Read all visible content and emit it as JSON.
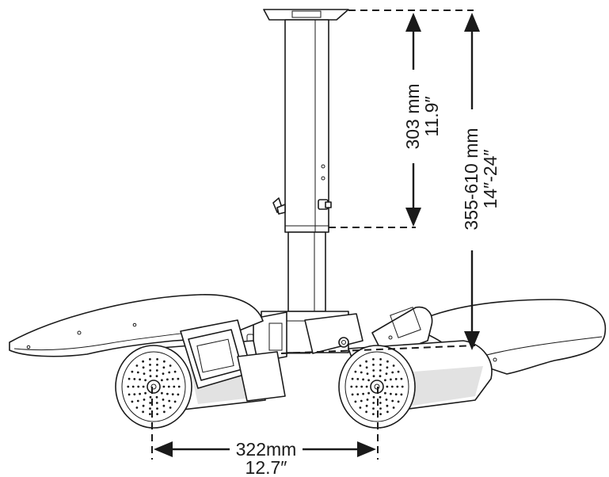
{
  "dimensions": {
    "extension_metric": "303 mm",
    "extension_imperial": "11.9″",
    "height_metric": "355-610 mm",
    "height_imperial": "14″-24″",
    "spacing_metric": "322mm",
    "spacing_imperial": "12.7″"
  },
  "colors": {
    "ink": "#1a1a1a",
    "background": "#ffffff"
  }
}
